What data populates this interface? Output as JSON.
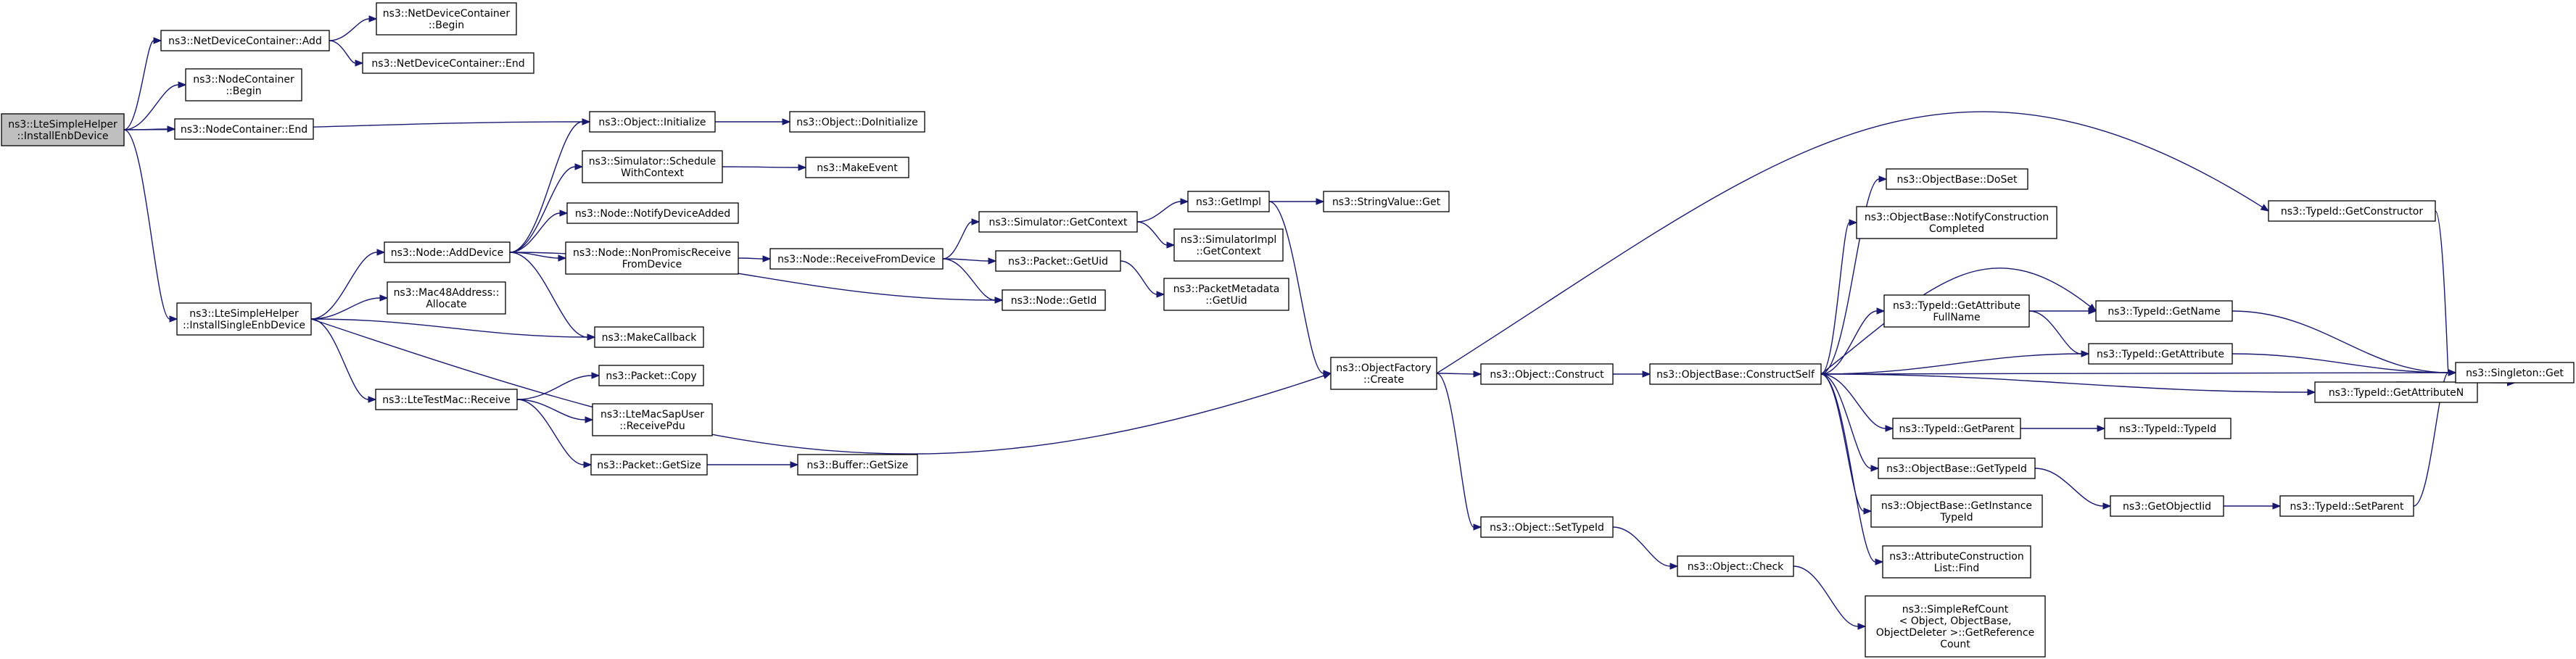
{
  "colors": {
    "edge": "#191970",
    "node_border": "#000000",
    "node_fill": "#ffffff",
    "root_fill": "#bfbfbf",
    "truncated_border": "#ff0000"
  },
  "nodes": [
    {
      "id": "install_enb",
      "lines": [
        "ns3::LteSimpleHelper",
        "::InstallEnbDevice"
      ],
      "root": true
    },
    {
      "id": "ndc_add",
      "lines": [
        "ns3::NetDeviceContainer::Add"
      ]
    },
    {
      "id": "ndc_begin",
      "lines": [
        "ns3::NetDeviceContainer",
        "::Begin"
      ]
    },
    {
      "id": "ndc_end",
      "lines": [
        "ns3::NetDeviceContainer::End"
      ]
    },
    {
      "id": "nc_begin",
      "lines": [
        "ns3::NodeContainer",
        "::Begin"
      ]
    },
    {
      "id": "nc_end",
      "lines": [
        "ns3::NodeContainer::End"
      ]
    },
    {
      "id": "obj_init",
      "lines": [
        "ns3::Object::Initialize"
      ]
    },
    {
      "id": "obj_doinit",
      "lines": [
        "ns3::Object::DoInitialize"
      ]
    },
    {
      "id": "sim_sched",
      "lines": [
        "ns3::Simulator::Schedule",
        "WithContext"
      ]
    },
    {
      "id": "make_event",
      "lines": [
        "ns3::MakeEvent"
      ]
    },
    {
      "id": "node_nda",
      "lines": [
        "ns3::Node::NotifyDeviceAdded"
      ]
    },
    {
      "id": "node_adddev",
      "lines": [
        "ns3::Node::AddDevice"
      ]
    },
    {
      "id": "node_nonprom",
      "lines": [
        "ns3::Node::NonPromiscReceive",
        "FromDevice"
      ]
    },
    {
      "id": "node_recv",
      "lines": [
        "ns3::Node::ReceiveFromDevice"
      ]
    },
    {
      "id": "sim_getctx",
      "lines": [
        "ns3::Simulator::GetContext"
      ]
    },
    {
      "id": "getimpl",
      "lines": [
        "ns3::GetImpl"
      ],
      "truncated": true
    },
    {
      "id": "sv_get",
      "lines": [
        "ns3::StringValue::Get"
      ]
    },
    {
      "id": "simimpl_ctx",
      "lines": [
        "ns3::SimulatorImpl",
        "::GetContext"
      ]
    },
    {
      "id": "pkt_getuid",
      "lines": [
        "ns3::Packet::GetUid"
      ]
    },
    {
      "id": "pm_getuid",
      "lines": [
        "ns3::PacketMetadata",
        "::GetUid"
      ]
    },
    {
      "id": "node_getid",
      "lines": [
        "ns3::Node::GetId"
      ]
    },
    {
      "id": "install_single",
      "lines": [
        "ns3::LteSimpleHelper",
        "::InstallSingleEnbDevice"
      ]
    },
    {
      "id": "mac48",
      "lines": [
        "ns3::Mac48Address::",
        "Allocate"
      ]
    },
    {
      "id": "make_cb",
      "lines": [
        "ns3::MakeCallback"
      ]
    },
    {
      "id": "ltm_recv",
      "lines": [
        "ns3::LteTestMac::Receive"
      ]
    },
    {
      "id": "pkt_copy",
      "lines": [
        "ns3::Packet::Copy"
      ]
    },
    {
      "id": "ltemac_recv",
      "lines": [
        "ns3::LteMacSapUser",
        "::ReceivePdu"
      ]
    },
    {
      "id": "pkt_getsize",
      "lines": [
        "ns3::Packet::GetSize"
      ]
    },
    {
      "id": "buf_getsize",
      "lines": [
        "ns3::Buffer::GetSize"
      ]
    },
    {
      "id": "of_create",
      "lines": [
        "ns3::ObjectFactory",
        "::Create"
      ]
    },
    {
      "id": "obj_construct",
      "lines": [
        "ns3::Object::Construct"
      ]
    },
    {
      "id": "ob_cs",
      "lines": [
        "ns3::ObjectBase::ConstructSelf"
      ]
    },
    {
      "id": "obj_settid",
      "lines": [
        "ns3::Object::SetTypeId"
      ]
    },
    {
      "id": "obj_check",
      "lines": [
        "ns3::Object::Check"
      ]
    },
    {
      "id": "srefcount",
      "lines": [
        "ns3::SimpleRefCount",
        "< Object, ObjectBase,",
        "ObjectDeleter >::GetReference",
        "Count"
      ]
    },
    {
      "id": "ob_doset",
      "lines": [
        "ns3::ObjectBase::DoSet"
      ]
    },
    {
      "id": "ob_notify",
      "lines": [
        "ns3::ObjectBase::NotifyConstruction",
        "Completed"
      ]
    },
    {
      "id": "tid_getattrfull",
      "lines": [
        "ns3::TypeId::GetAttribute",
        "FullName"
      ]
    },
    {
      "id": "tid_getparent",
      "lines": [
        "ns3::TypeId::GetParent"
      ]
    },
    {
      "id": "ob_gettid",
      "lines": [
        "ns3::ObjectBase::GetTypeId"
      ]
    },
    {
      "id": "ob_getinst",
      "lines": [
        "ns3::ObjectBase::GetInstance",
        "TypeId"
      ]
    },
    {
      "id": "acl_find",
      "lines": [
        "ns3::AttributeConstruction",
        "List::Find"
      ]
    },
    {
      "id": "tid_getctor",
      "lines": [
        "ns3::TypeId::GetConstructor"
      ]
    },
    {
      "id": "tid_getname",
      "lines": [
        "ns3::TypeId::GetName"
      ]
    },
    {
      "id": "tid_getattr",
      "lines": [
        "ns3::TypeId::GetAttribute"
      ]
    },
    {
      "id": "tid_getattrn",
      "lines": [
        "ns3::TypeId::GetAttributeN"
      ]
    },
    {
      "id": "tid_typeid",
      "lines": [
        "ns3::TypeId::TypeId"
      ]
    },
    {
      "id": "getobjectiid",
      "lines": [
        "ns3::GetObjectIid"
      ]
    },
    {
      "id": "tid_setparent",
      "lines": [
        "ns3::TypeId::SetParent"
      ]
    },
    {
      "id": "singleton_get",
      "lines": [
        "ns3::Singleton::Get"
      ]
    }
  ],
  "edges": [
    [
      "install_enb",
      "ndc_add"
    ],
    [
      "install_enb",
      "nc_begin"
    ],
    [
      "install_enb",
      "nc_end"
    ],
    [
      "install_enb",
      "obj_init"
    ],
    [
      "install_enb",
      "install_single"
    ],
    [
      "ndc_add",
      "ndc_begin"
    ],
    [
      "ndc_add",
      "ndc_end"
    ],
    [
      "obj_init",
      "obj_doinit"
    ],
    [
      "sim_sched",
      "make_event"
    ],
    [
      "node_adddev",
      "obj_init"
    ],
    [
      "node_adddev",
      "sim_sched"
    ],
    [
      "node_adddev",
      "node_nda"
    ],
    [
      "node_adddev",
      "node_nonprom"
    ],
    [
      "node_adddev",
      "node_getid"
    ],
    [
      "node_adddev",
      "make_cb"
    ],
    [
      "node_nonprom",
      "node_recv"
    ],
    [
      "node_recv",
      "sim_getctx"
    ],
    [
      "node_recv",
      "pkt_getuid"
    ],
    [
      "node_recv",
      "node_getid"
    ],
    [
      "sim_getctx",
      "getimpl"
    ],
    [
      "sim_getctx",
      "simimpl_ctx"
    ],
    [
      "getimpl",
      "sv_get"
    ],
    [
      "getimpl",
      "of_create"
    ],
    [
      "pkt_getuid",
      "pm_getuid"
    ],
    [
      "install_single",
      "node_adddev"
    ],
    [
      "install_single",
      "mac48"
    ],
    [
      "install_single",
      "make_cb"
    ],
    [
      "install_single",
      "ltm_recv"
    ],
    [
      "install_single",
      "of_create"
    ],
    [
      "ltm_recv",
      "pkt_copy"
    ],
    [
      "ltm_recv",
      "ltemac_recv"
    ],
    [
      "ltm_recv",
      "pkt_getsize"
    ],
    [
      "pkt_getsize",
      "buf_getsize"
    ],
    [
      "of_create",
      "obj_construct"
    ],
    [
      "of_create",
      "tid_getctor"
    ],
    [
      "of_create",
      "obj_settid"
    ],
    [
      "obj_construct",
      "ob_cs"
    ],
    [
      "obj_settid",
      "obj_check"
    ],
    [
      "obj_check",
      "srefcount"
    ],
    [
      "ob_cs",
      "ob_doset"
    ],
    [
      "ob_cs",
      "ob_notify"
    ],
    [
      "ob_cs",
      "tid_getattrfull"
    ],
    [
      "ob_cs",
      "tid_getname"
    ],
    [
      "ob_cs",
      "tid_getattr"
    ],
    [
      "ob_cs",
      "tid_getattrn"
    ],
    [
      "ob_cs",
      "tid_getparent"
    ],
    [
      "ob_cs",
      "ob_gettid"
    ],
    [
      "ob_cs",
      "ob_getinst"
    ],
    [
      "ob_cs",
      "acl_find"
    ],
    [
      "ob_cs",
      "singleton_get"
    ],
    [
      "tid_getattrfull",
      "tid_getname"
    ],
    [
      "tid_getattrfull",
      "tid_getattr"
    ],
    [
      "tid_getparent",
      "tid_typeid"
    ],
    [
      "ob_gettid",
      "getobjectiid"
    ],
    [
      "getobjectiid",
      "tid_setparent"
    ],
    [
      "tid_getctor",
      "singleton_get"
    ],
    [
      "tid_getname",
      "singleton_get"
    ],
    [
      "tid_getattr",
      "singleton_get"
    ],
    [
      "tid_getattrn",
      "singleton_get"
    ],
    [
      "tid_setparent",
      "singleton_get"
    ]
  ]
}
